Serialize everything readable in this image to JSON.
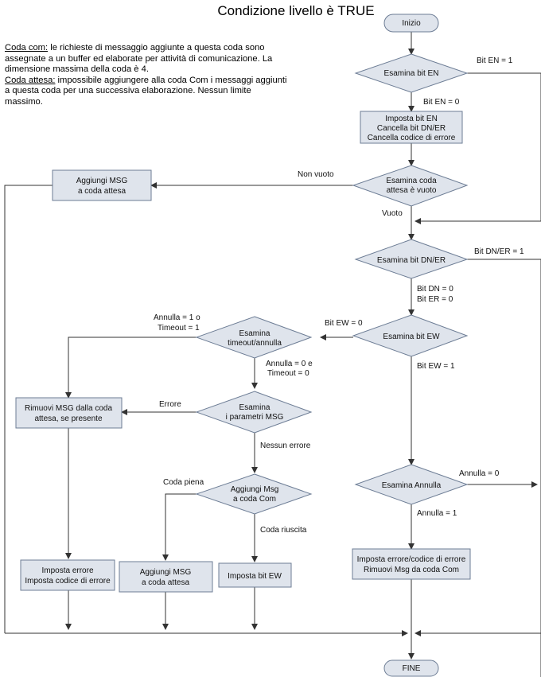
{
  "title": "Condizione livello è TRUE",
  "notes": {
    "coda_com_term": "Coda com:",
    "coda_com_text": " le richieste di messaggio aggiunte a questa coda sono assegnate a un buffer ed elaborate per attività di comunicazione. La dimensione massima della coda è 4.",
    "coda_attesa_term": "Coda attesa:",
    "coda_attesa_text": " impossibile aggiungere alla coda Com i messaggi aggiunti a questa coda per una successiva elaborazione. Nessun limite massimo."
  },
  "nodes": {
    "inizio": "Inizio",
    "esamina_en": "Esamina bit EN",
    "imposta_en": [
      "Imposta bit EN",
      "Cancella bit DN/ER",
      "Cancella codice di errore"
    ],
    "esamina_coda": [
      "Esamina coda",
      "attesa è vuoto"
    ],
    "aggiungi_attesa_top": [
      "Aggiungi MSG",
      "a coda attesa"
    ],
    "esamina_dner": "Esamina bit DN/ER",
    "esamina_ew": "Esamina bit EW",
    "esamina_timeout": [
      "Esamina",
      "timeout/annulla"
    ],
    "esamina_param": [
      "Esamina",
      "i parametri MSG"
    ],
    "rimuovi_msg": [
      "Rimuovi MSG dalla coda",
      "attesa, se presente"
    ],
    "aggiungi_com": [
      "Aggiungi Msg",
      "a coda Com"
    ],
    "esamina_annulla": "Esamina Annulla",
    "imposta_errore": [
      "Imposta errore",
      "Imposta codice di errore"
    ],
    "aggiungi_attesa_bottom": [
      "Aggiungi MSG",
      "a coda attesa"
    ],
    "imposta_ew": "Imposta bit EW",
    "imposta_err_rim": [
      "Imposta errore/codice di errore",
      "Rimuovi Msg da coda Com"
    ],
    "fine": "FINE"
  },
  "labels": {
    "bit_en_1": "Bit EN = 1",
    "bit_en_0": "Bit EN = 0",
    "non_vuoto": "Non vuoto",
    "vuoto": "Vuoto",
    "bit_dner_1": "Bit DN/ER = 1",
    "bit_dn_0": "Bit DN = 0",
    "bit_er_0": "Bit ER = 0",
    "bit_ew_0": "Bit EW = 0",
    "annulla_1_o": "Annulla = 1 o",
    "timeout_1": "Timeout = 1",
    "annulla_0_e": "Annulla = 0 e",
    "timeout_0": "Timeout = 0",
    "bit_ew_1": "Bit EW = 1",
    "errore": "Errore",
    "nessun_errore": "Nessun errore",
    "coda_piena": "Coda piena",
    "coda_riuscita": "Coda riuscita",
    "annulla_0": "Annulla = 0",
    "annulla_1": "Annulla = 1"
  }
}
